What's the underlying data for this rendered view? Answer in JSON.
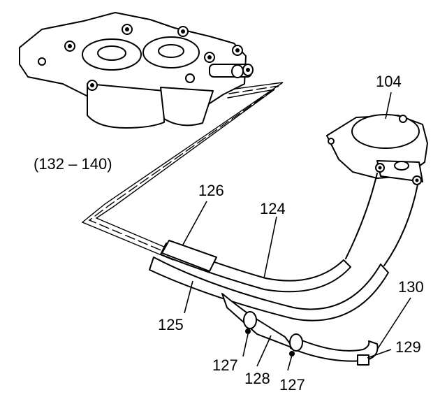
{
  "callouts": {
    "pump_assembly": "(132 – 140)",
    "reservoir": "104",
    "hose_126": "126",
    "hose_124": "124",
    "hose_125": "125",
    "line_130": "130",
    "fitting_129": "129",
    "clamp_left": "127",
    "hose_128": "128",
    "clamp_right": "127"
  }
}
